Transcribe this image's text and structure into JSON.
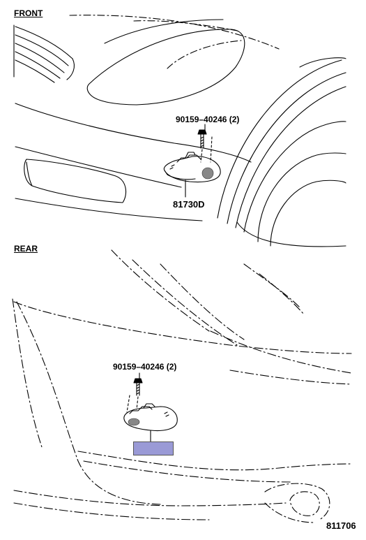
{
  "sections": {
    "front_title": "FRONT",
    "rear_title": "REAR"
  },
  "front": {
    "bolt_callout": "90159–40246 (2)",
    "lamp_part": "81730D"
  },
  "rear": {
    "bolt_callout": "90159–40246 (2)",
    "lamp_part_highlight_color": "#9a9ad6"
  },
  "diagram_id": "811706"
}
